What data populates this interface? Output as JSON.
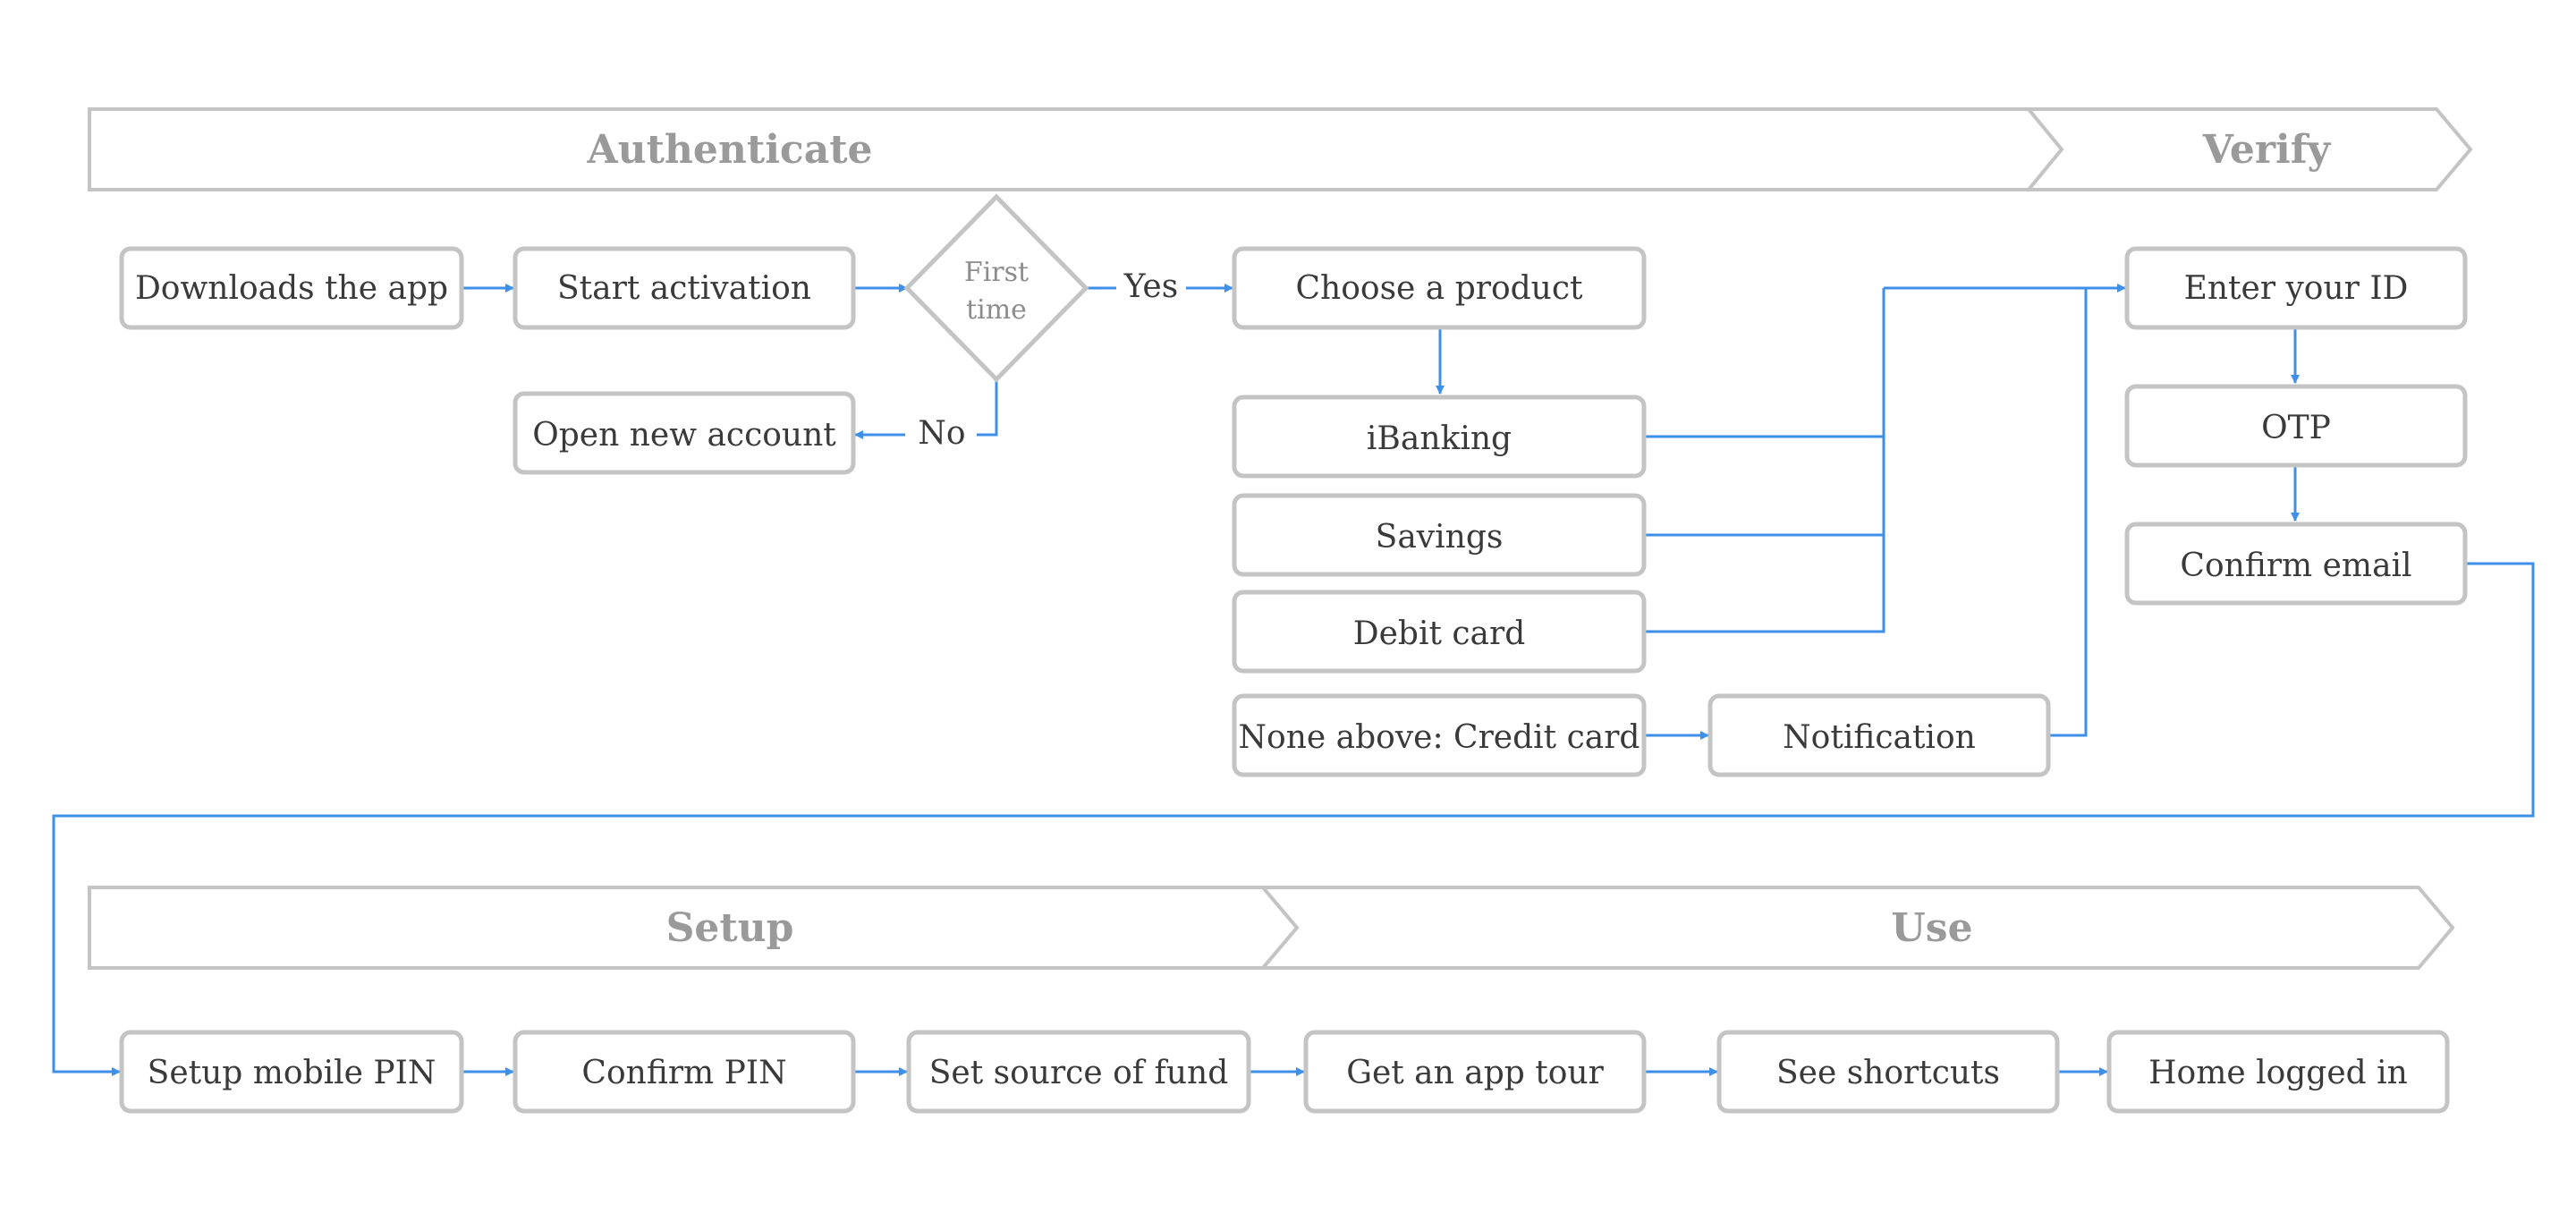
{
  "phases": {
    "authenticate": "Authenticate",
    "verify": "Verify",
    "setup": "Setup",
    "use": "Use"
  },
  "nodes": {
    "downloads_app": "Downloads the app",
    "start_activation": "Start activation",
    "first_time_line1": "First",
    "first_time_line2": "time",
    "open_new_account": "Open new account",
    "choose_product": "Choose a product",
    "ibanking": "iBanking",
    "savings": "Savings",
    "debit_card": "Debit card",
    "none_above_credit": "None above: Credit card",
    "notification": "Notification",
    "enter_id": "Enter your ID",
    "otp": "OTP",
    "confirm_email": "Confirm email",
    "setup_pin": "Setup mobile PIN",
    "confirm_pin": "Confirm PIN",
    "set_source_fund": "Set source of fund",
    "app_tour": "Get an app tour",
    "see_shortcuts": "See shortcuts",
    "home_logged_in": "Home logged in"
  },
  "edge_labels": {
    "yes": "Yes",
    "no": "No"
  },
  "colors": {
    "connector": "#3d8fe8",
    "box_border": "#c4c4c4",
    "banner_text": "#9a9a9a",
    "text": "#3a3a3a"
  }
}
